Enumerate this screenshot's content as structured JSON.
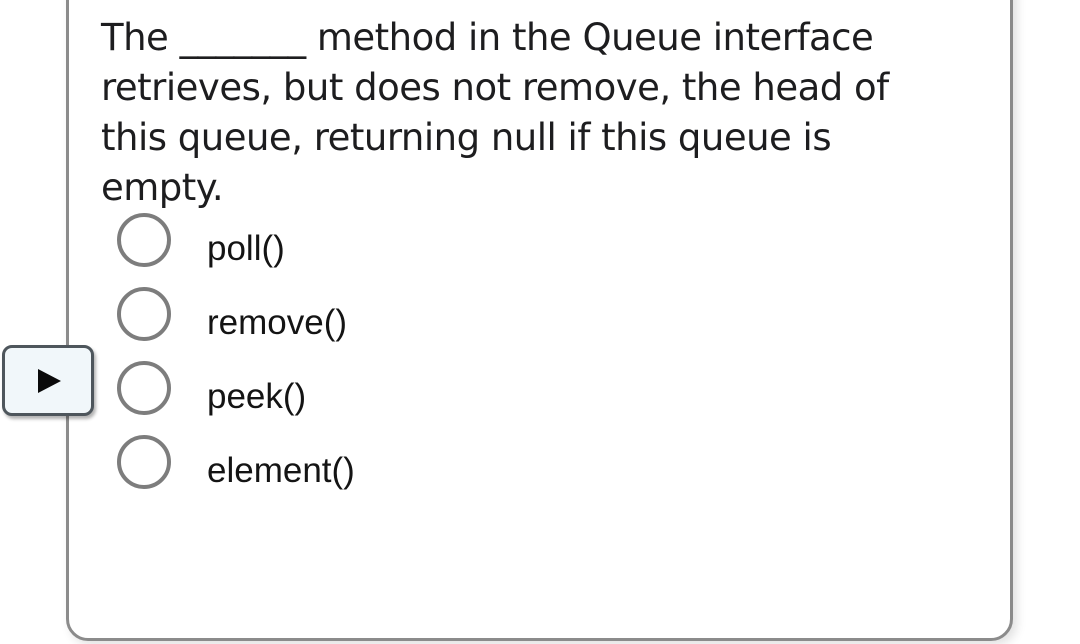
{
  "question": {
    "full_text": "The _______ method in the Queue interface retrieves, but does not remove, the head of this queue, returning null if this queue is empty.",
    "lines": [
      "The _______ method in the Queue interface",
      "retrieves, but does not remove, the head of",
      "this queue, returning null if this queue is",
      "empty."
    ]
  },
  "options": [
    {
      "label": "poll()",
      "selected": false
    },
    {
      "label": "remove()",
      "selected": false
    },
    {
      "label": "peek()",
      "selected": false
    },
    {
      "label": "element()",
      "selected": false
    }
  ],
  "play_button": {
    "icon": "play-icon"
  },
  "colors": {
    "card_border": "#8b8b8b",
    "radio_border": "#7d7d7d",
    "question_text": "#1d1d1f",
    "option_text": "#141414",
    "play_button_bg": "#f1f7fa",
    "play_button_border": "#4e565c",
    "play_icon": "#0a0a0a"
  }
}
